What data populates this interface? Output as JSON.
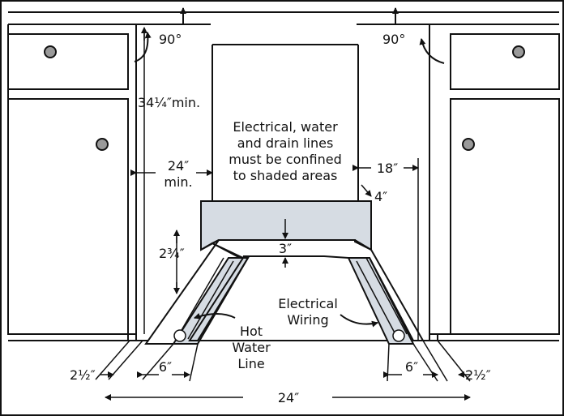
{
  "labels": {
    "angle_left": "90°",
    "angle_right": "90°",
    "height_min": "34¼″min.",
    "note_line1": "Electrical, water",
    "note_line2": "and drain lines",
    "note_line3": "must be confined",
    "note_line4": "to shaded areas",
    "width_min_a": "24″",
    "width_min_b": "min.",
    "dim_18": "18″",
    "dim_4": "4″",
    "dim_2_3_4": "2¾″",
    "dim_3": "3″",
    "electrical_a": "Electrical",
    "electrical_b": "Wiring",
    "hot_a": "Hot",
    "hot_b": "Water",
    "hot_c": "Line",
    "dim_6_left": "6″",
    "dim_6_right": "6″",
    "dim_2_1_2_left": "2½″",
    "dim_2_1_2_right": "2½″",
    "dim_24": "24″"
  },
  "colors": {
    "shade": "#d6dce3",
    "line": "#111111",
    "knob": "#9a9a9a"
  }
}
